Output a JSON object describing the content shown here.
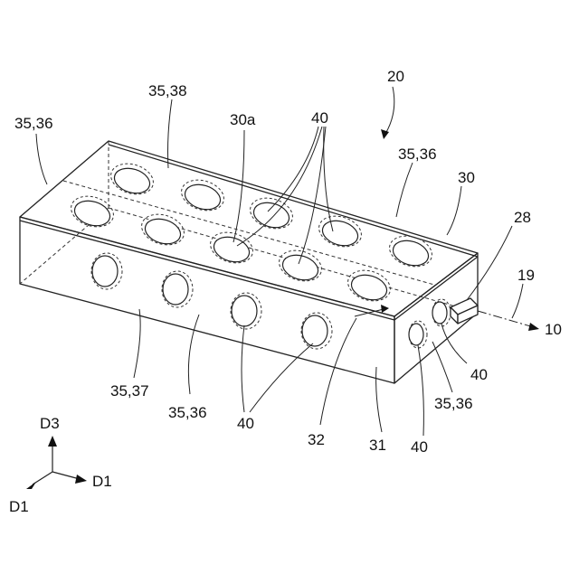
{
  "labels": {
    "l_20": "20",
    "l_35_38": "35,38",
    "l_35_36_tl": "35,36",
    "l_30a": "30a",
    "l_40_top": "40",
    "l_35_36_tr": "35,36",
    "l_30": "30",
    "l_28": "28",
    "l_19": "19",
    "l_10": "10",
    "l_40_right1": "40",
    "l_35_36_right": "35,36",
    "l_40_right2": "40",
    "l_31": "31",
    "l_32": "32",
    "l_40_bottom": "40",
    "l_35_36_front": "35,36",
    "l_35_37": "35,37"
  },
  "axes": {
    "up": "D3",
    "right": "D1",
    "left": "D1"
  },
  "colors": {
    "line": "#222222",
    "background": "#ffffff"
  }
}
